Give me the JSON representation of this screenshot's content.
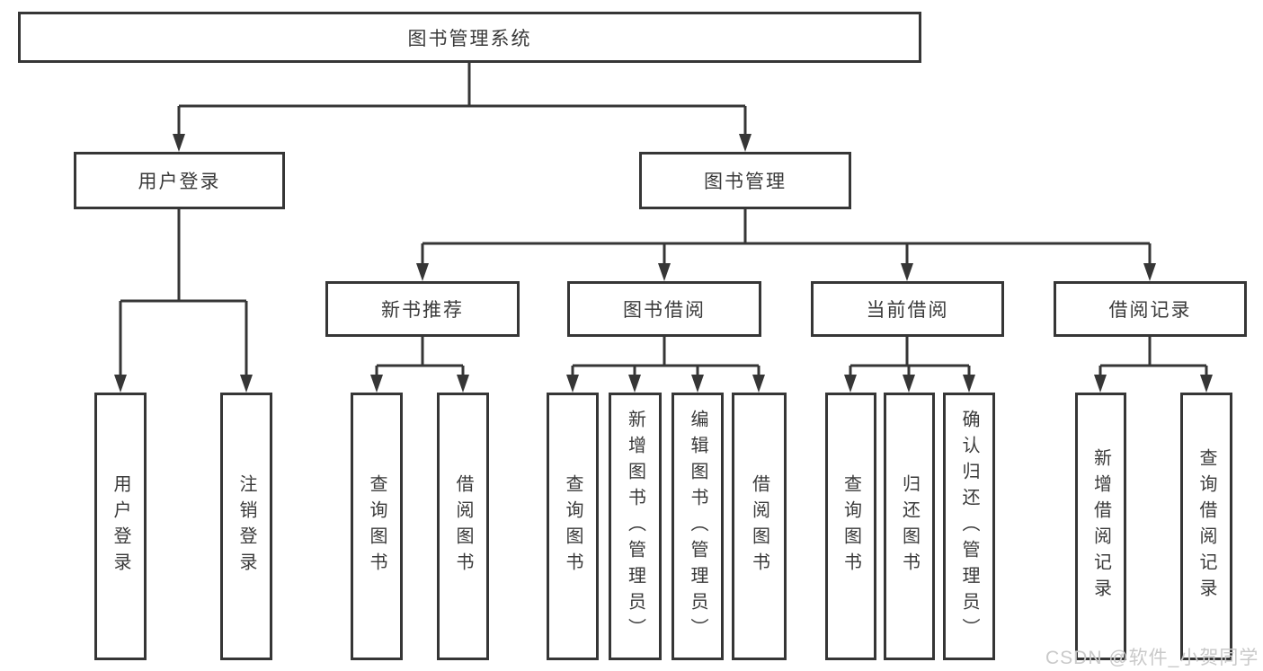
{
  "diagram": {
    "root": {
      "label": "图书管理系统"
    },
    "level2": [
      {
        "label": "用户登录"
      },
      {
        "label": "图书管理"
      }
    ],
    "level3": [
      {
        "label": "新书推荐"
      },
      {
        "label": "图书借阅"
      },
      {
        "label": "当前借阅"
      },
      {
        "label": "借阅记录"
      }
    ],
    "leaves": {
      "user_login": [
        {
          "label": "用户登录"
        },
        {
          "label": "注销登录"
        }
      ],
      "new_book_recommend": [
        {
          "label": "查询图书"
        },
        {
          "label": "借阅图书"
        }
      ],
      "book_borrow": [
        {
          "label": "查询图书"
        },
        {
          "label": "新增图书（管理员）"
        },
        {
          "label": "编辑图书（管理员）"
        },
        {
          "label": "借阅图书"
        }
      ],
      "current_borrow": [
        {
          "label": "查询图书"
        },
        {
          "label": "归还图书"
        },
        {
          "label": "确认归还（管理员）"
        }
      ],
      "borrow_record": [
        {
          "label": "新增借阅记录"
        },
        {
          "label": "查询借阅记录"
        }
      ]
    },
    "watermark": "CSDN @软件_小贺同学",
    "colors": {
      "line": "#363636",
      "text": "#3a3a3a",
      "watermark": "#c9c9c9",
      "background": "#ffffff"
    }
  }
}
